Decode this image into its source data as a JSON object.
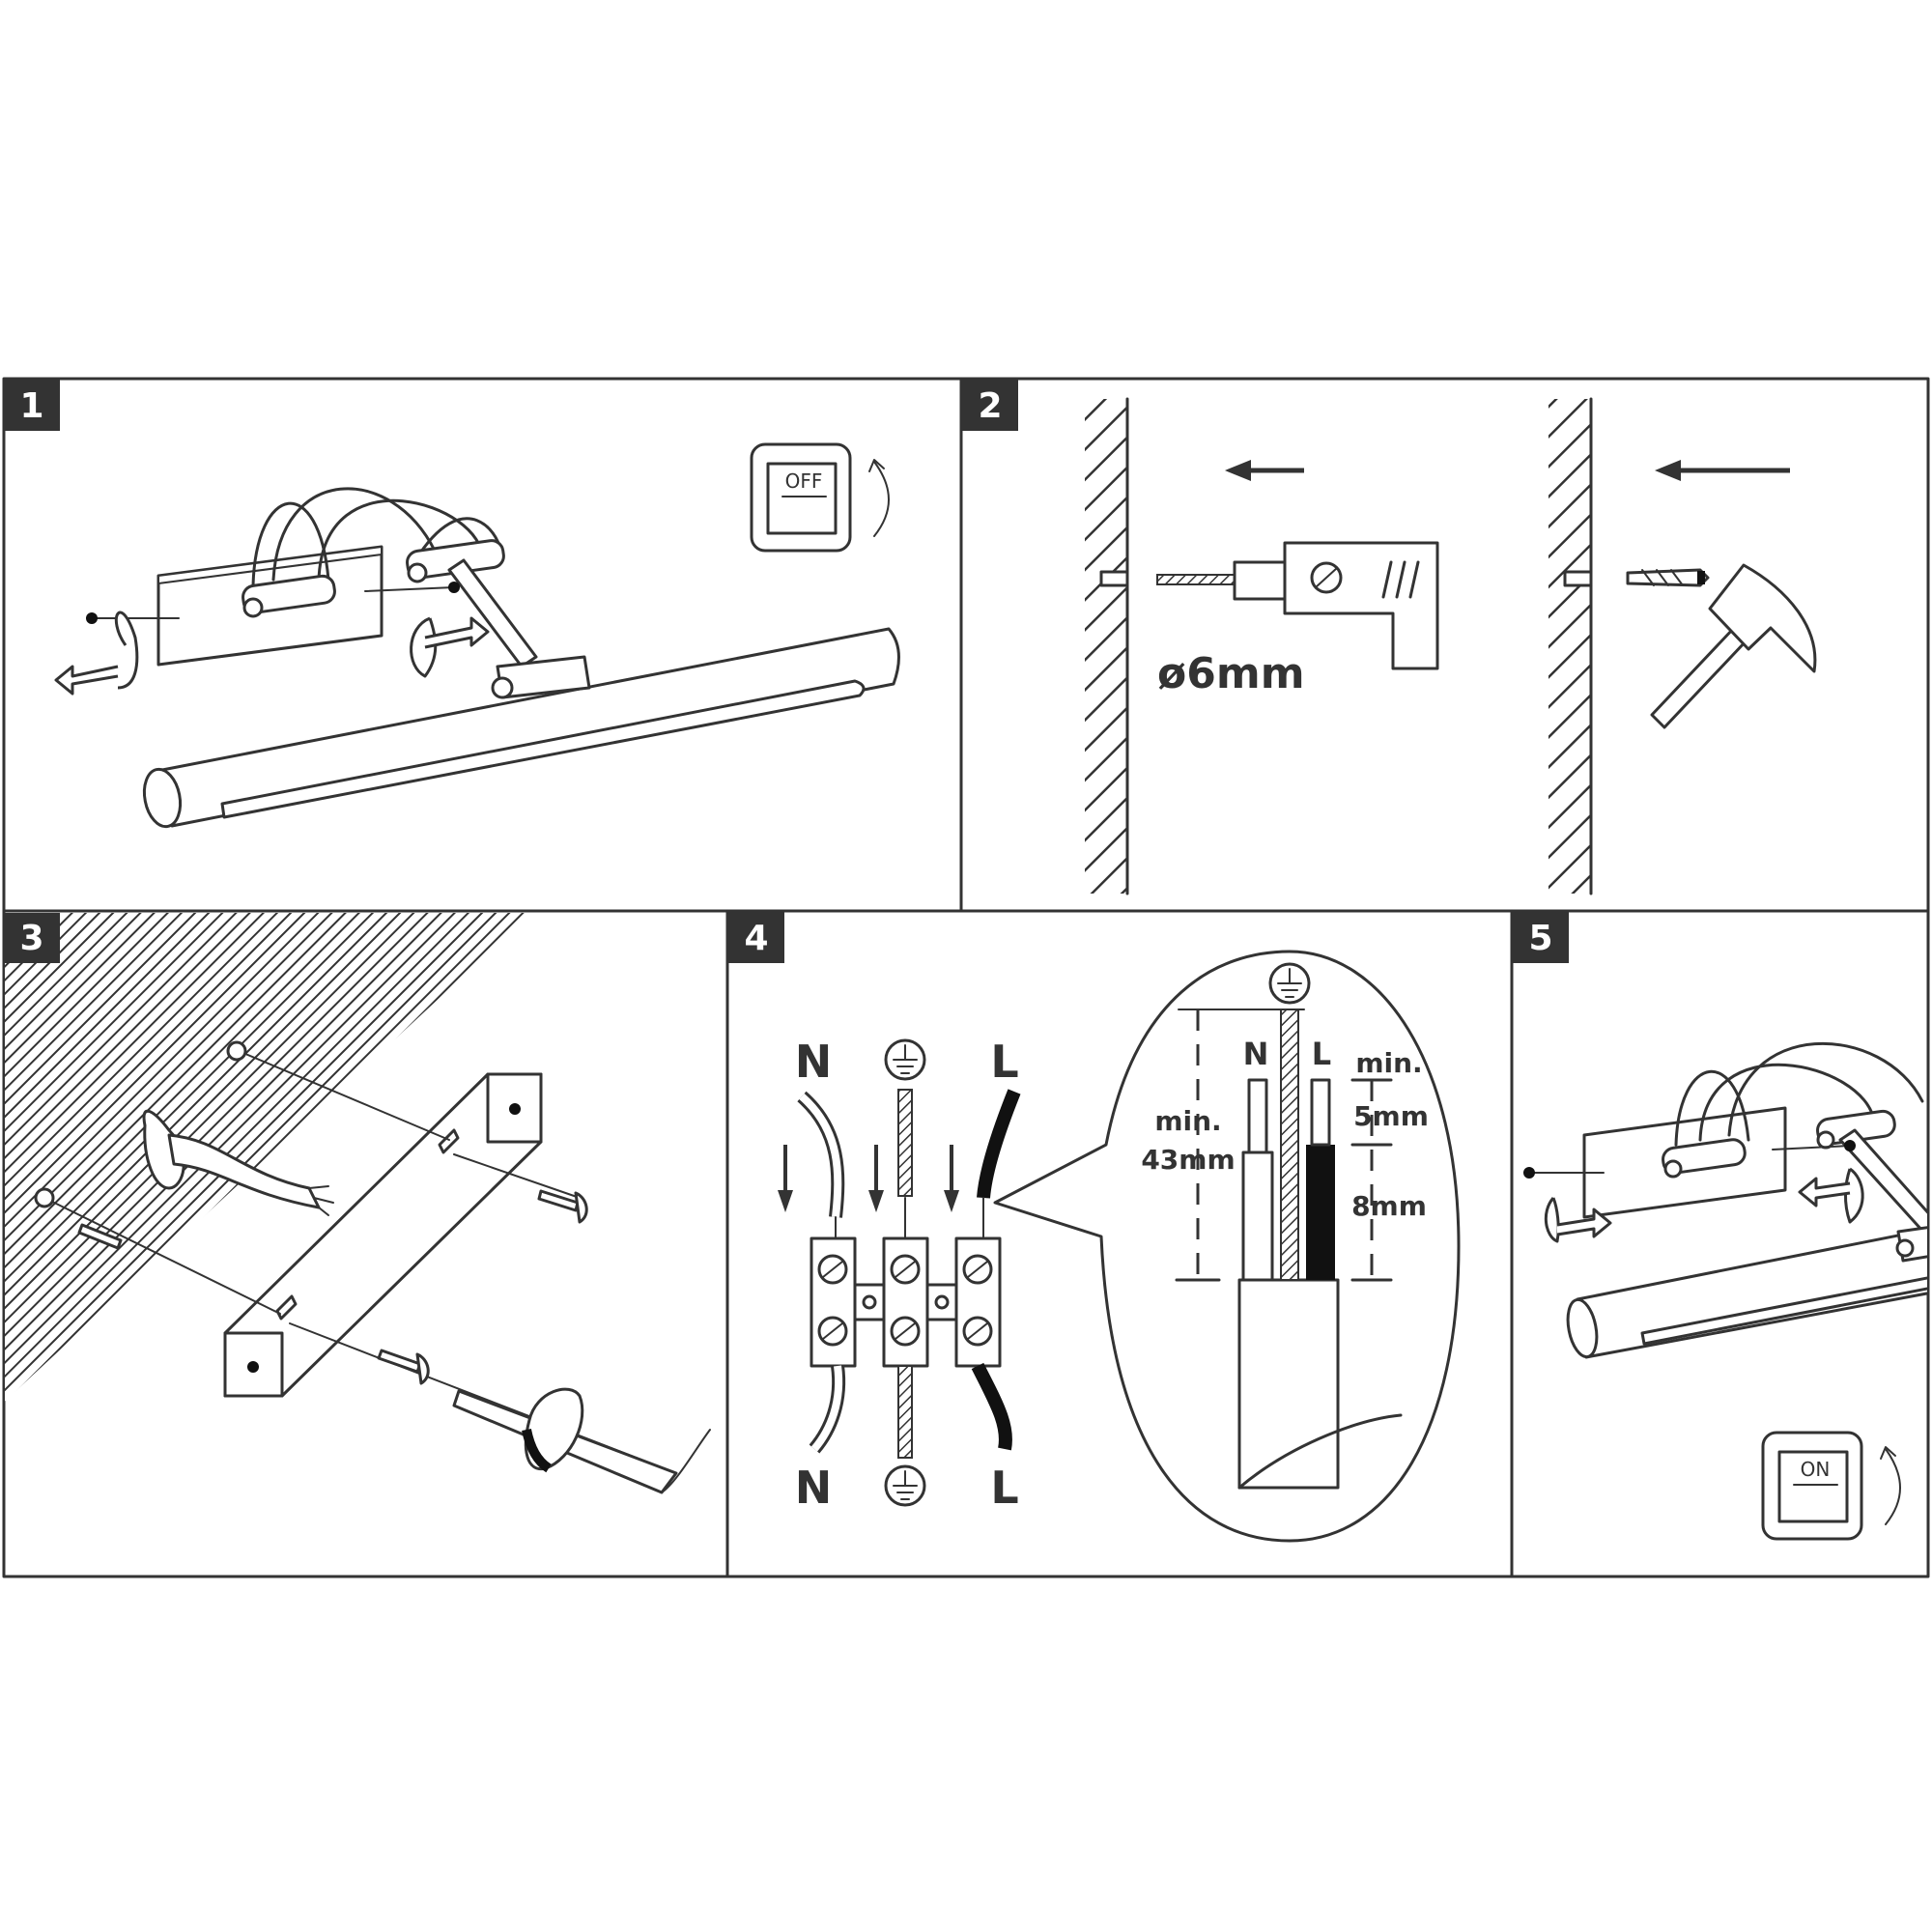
{
  "steps": [
    {
      "number": "1",
      "switch_label": "OFF"
    },
    {
      "number": "2",
      "drill_size": "ø6mm"
    },
    {
      "number": "3"
    },
    {
      "number": "4",
      "terminals_top": [
        "N",
        "L"
      ],
      "terminals_bottom": [
        "N",
        "L"
      ],
      "detail": {
        "neutral": "N",
        "live": "L",
        "strip_min_label": "min.",
        "strip_min_value": "43mm",
        "gap_min_label": "min.",
        "gap_value": "5mm",
        "bare_value": "8mm"
      }
    },
    {
      "number": "5",
      "switch_label": "ON"
    }
  ],
  "colors": {
    "line": "#333333",
    "badge": "#333333",
    "live_wire": "#111111"
  }
}
